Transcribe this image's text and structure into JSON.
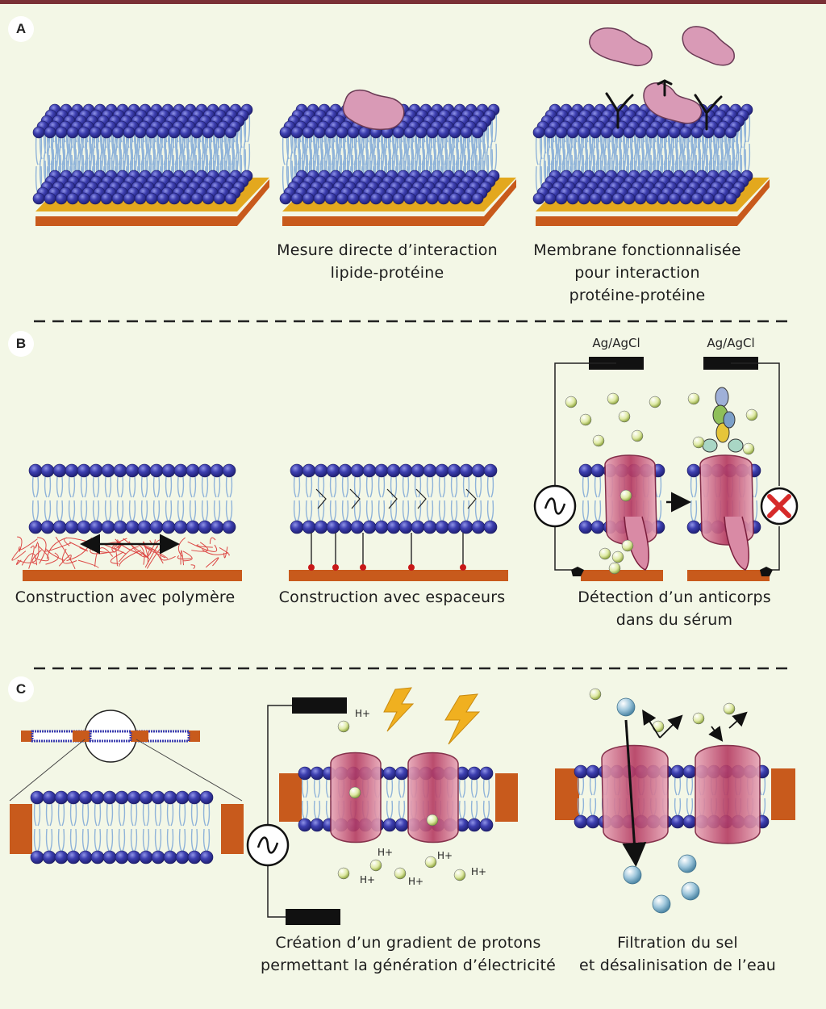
{
  "labels": {
    "a": "A",
    "b": "B",
    "c": "C"
  },
  "panel_a": {
    "caption2": [
      "Mesure directe d’interaction",
      "lipide-protéine"
    ],
    "caption3": [
      "Membrane fonctionnalisée",
      "pour interaction",
      "protéine-protéine"
    ]
  },
  "panel_b": {
    "electrode_label": "Ag/AgCl",
    "caption1": "Construction avec polymère",
    "caption2": [
      "Construction avec espaceurs"
    ],
    "caption3": [
      "Détection d’un anticorps",
      "dans du sérum"
    ]
  },
  "panel_c": {
    "proton_label": "H+",
    "caption2": [
      "Création d’un gradient de protons",
      "permettant la génération d’électricité"
    ],
    "caption3": [
      "Filtration du sel",
      "et désalinisation de l’eau"
    ]
  },
  "colors": {
    "background": "#f3f7e6",
    "lipid_head": "#3d3fb0",
    "substrate": "#c85a1c",
    "gold_layer": "#e3a81e",
    "protein": "#d99ab6",
    "channel": "#b53a61",
    "polymer": "#d82a2a"
  }
}
